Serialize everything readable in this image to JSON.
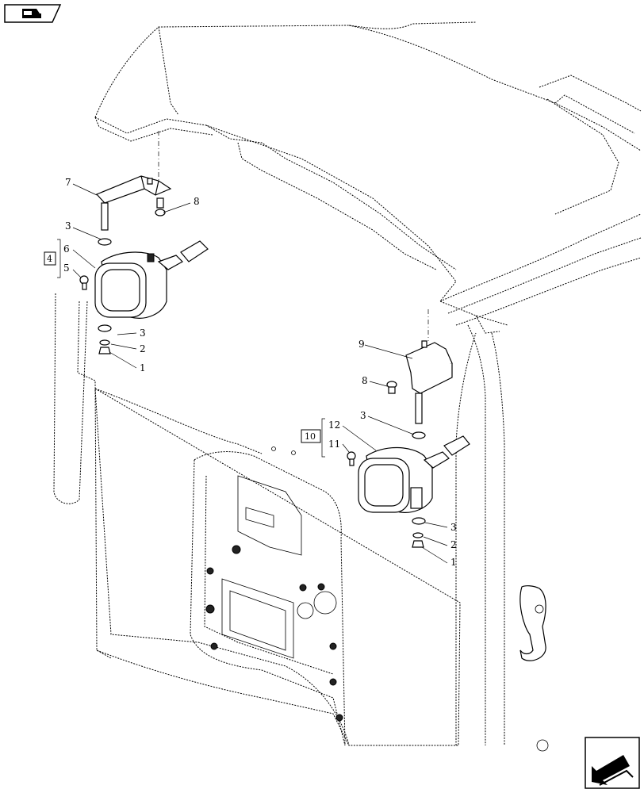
{
  "callouts": {
    "c1a": "1",
    "c2a": "2",
    "c3a": "3",
    "c3b": "3",
    "c5": "5",
    "c6": "6",
    "c7": "7",
    "c8a": "8",
    "c1b": "1",
    "c2b": "2",
    "c3c": "3",
    "c3d": "3",
    "c8b": "8",
    "c9": "9",
    "c11": "11",
    "c12": "12"
  },
  "group_boxes": {
    "left": "4",
    "right": "10"
  },
  "icons": {
    "top_left": "vehicle-cab-icon",
    "bottom_right": "direction-arrow-icon"
  }
}
